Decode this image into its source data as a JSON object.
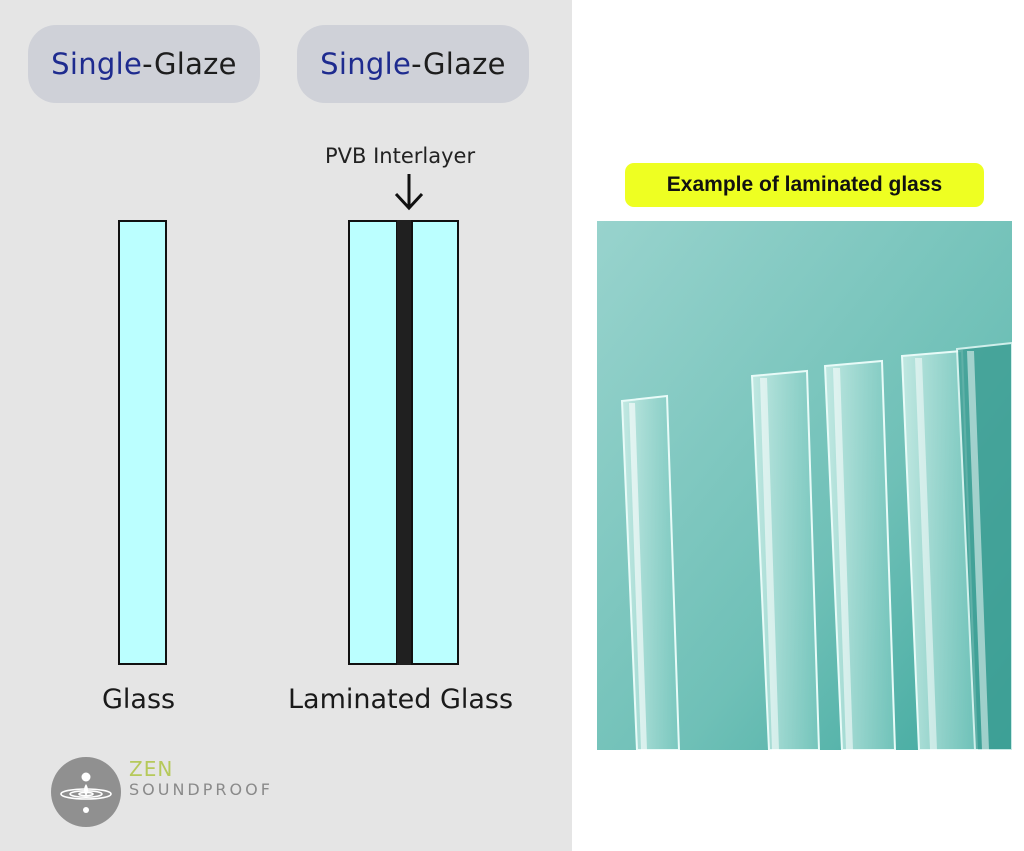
{
  "left": {
    "pill_1": {
      "part1": "Single",
      "part2": "-Glaze"
    },
    "pill_2": {
      "part1": "Single",
      "part2": "-Glaze"
    },
    "pvb_label": "PVB Interlayer",
    "caption_glass": "Glass",
    "caption_laminated": "Laminated Glass"
  },
  "logo": {
    "line1": "ZEN",
    "line2": "SOUNDPROOF"
  },
  "right": {
    "example_label": "Example of laminated glass"
  },
  "colors": {
    "glass_fill": "#bbffff",
    "interlayer": "#202020",
    "highlight": "#eeff22",
    "pill_blue": "#1e2b8f",
    "photo_teal": "#5ab5ac"
  }
}
